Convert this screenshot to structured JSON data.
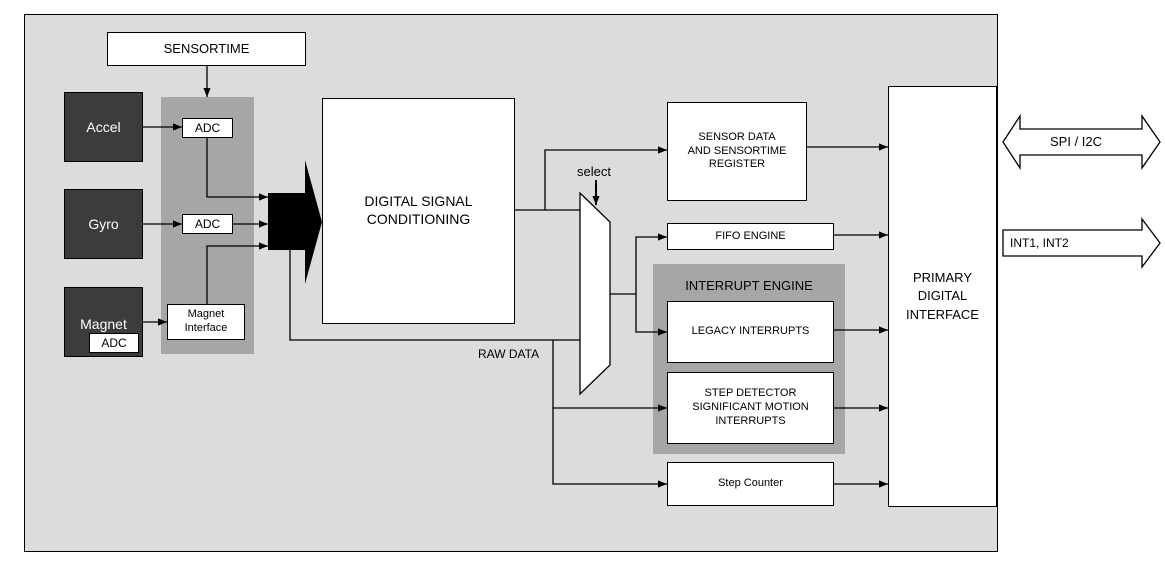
{
  "diagram": {
    "sensortime": "SENSORTIME",
    "sensors": {
      "accel": "Accel",
      "gyro": "Gyro",
      "magnet": "Magnet",
      "magnet_adc": "ADC"
    },
    "adc_accel": "ADC",
    "adc_gyro": "ADC",
    "magnet_interface": [
      "Magnet",
      "Interface"
    ],
    "dsc": [
      "DIGITAL SIGNAL",
      "CONDITIONING"
    ],
    "select_label": "select",
    "raw_data_label": "RAW DATA",
    "sensor_data_register": [
      "SENSOR DATA",
      "AND SENSORTIME",
      "REGISTER"
    ],
    "fifo_engine": "FIFO ENGINE",
    "interrupt_engine": "INTERRUPT ENGINE",
    "legacy_interrupts": "LEGACY INTERRUPTS",
    "step_detector": [
      "STEP DETECTOR",
      "SIGNIFICANT MOTION",
      "INTERRUPTS"
    ],
    "step_counter": "Step Counter",
    "primary_interface": [
      "PRIMARY",
      "DIGITAL",
      "INTERFACE"
    ],
    "spi_i2c": "SPI / I2C",
    "int_pins": "INT1, INT2"
  }
}
